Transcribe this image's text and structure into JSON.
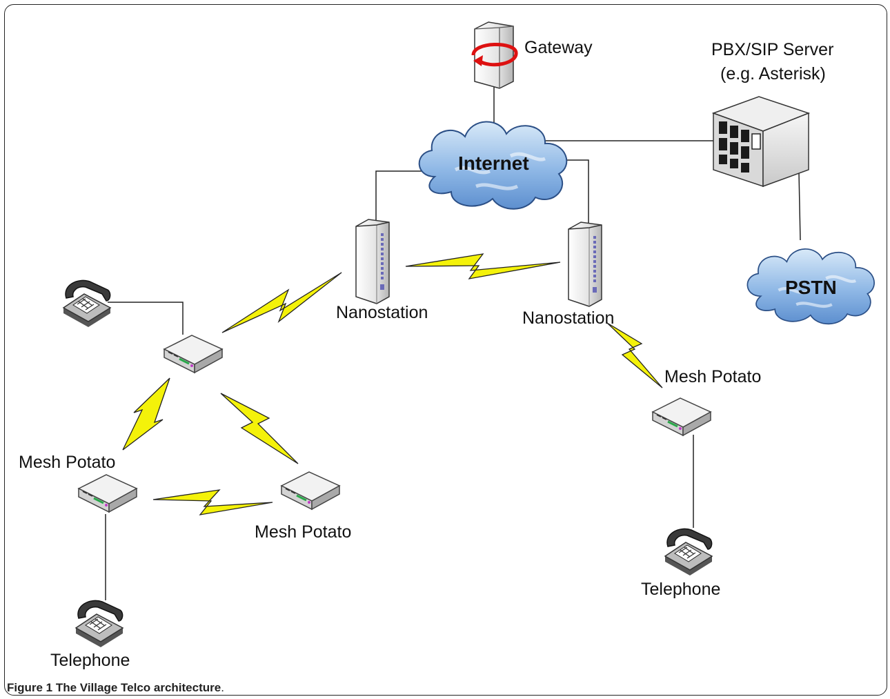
{
  "diagram": {
    "nodes": {
      "gateway": "Gateway",
      "pbx_line1": "PBX/SIP Server",
      "pbx_line2": "(e.g. Asterisk)",
      "internet": "Internet",
      "pstn": "PSTN",
      "nanostation_left": "Nanostation",
      "nanostation_right": "Nanostation",
      "mesh_potato_right": "Mesh Potato",
      "mesh_potato_left": "Mesh Potato",
      "mesh_potato_bottom": "Mesh Potato",
      "telephone_left": "Telephone",
      "telephone_right": "Telephone"
    },
    "link_colors": {
      "wired": "#222222",
      "wireless": "#f4f20a"
    },
    "cloud_color": "#8fb8e6"
  },
  "caption": {
    "label": "Figure 1",
    "text": "The Village Telco architecture",
    "end": "."
  }
}
